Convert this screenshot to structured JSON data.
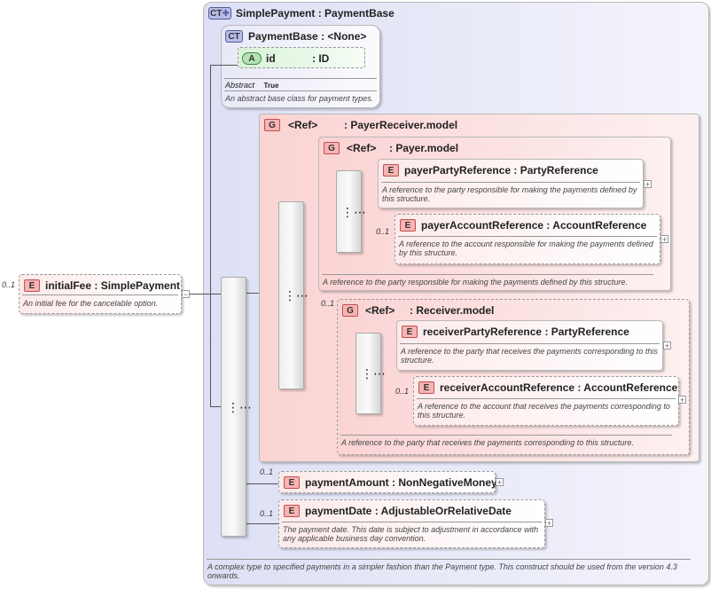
{
  "badges": {
    "element": "E",
    "group": "G",
    "complex_type": "CT",
    "attribute": "A"
  },
  "simple_payment": {
    "name": "SimplePayment",
    "base": ": PaymentBase",
    "description": "A complex type to specified payments in a simpler fashion than the Payment type. This construct should be used from the version 4.3 onwards."
  },
  "payment_base": {
    "name": "PaymentBase",
    "base": ": <None>",
    "attr_name": "id",
    "attr_type": ": ID",
    "abstract_label": "Abstract",
    "abstract_value": "True",
    "description": "An abstract base class for payment types."
  },
  "initial_fee": {
    "occurrence": "0..1",
    "name": "initialFee",
    "type": ": SimplePayment",
    "description": "An initial fee for the cancelable option."
  },
  "payer_receiver_model": {
    "ref": "<Ref>",
    "name": ": PayerReceiver.model"
  },
  "payer_model": {
    "ref": "<Ref>",
    "name": ": Payer.model",
    "description": "A reference to the party responsible for making the payments defined by this structure."
  },
  "payer_party_reference": {
    "name": "payerPartyReference",
    "type": ": PartyReference",
    "description": "A reference to the party responsible for making the payments defined by this structure."
  },
  "payer_account_reference": {
    "occurrence": "0..1",
    "name": "payerAccountReference",
    "type": ": AccountReference",
    "description": "A reference to the account responsible for making the payments defined by this structure."
  },
  "receiver_model": {
    "occurrence": "0..1",
    "ref": "<Ref>",
    "name": ": Receiver.model",
    "description": "A reference to the party that receives the payments corresponding to this structure."
  },
  "receiver_party_reference": {
    "name": "receiverPartyReference",
    "type": ": PartyReference",
    "description": "A reference to the party that receives the payments corresponding to this structure."
  },
  "receiver_account_reference": {
    "occurrence": "0..1",
    "name": "receiverAccountReference",
    "type": ": AccountReference",
    "description": "A reference to the account that receives the payments corresponding to this structure."
  },
  "payment_amount": {
    "occurrence": "0..1",
    "name": "paymentAmount",
    "type": ": NonNegativeMoney"
  },
  "payment_date": {
    "occurrence": "0..1",
    "name": "paymentDate",
    "type": ": AdjustableOrRelativeDate",
    "description": "The payment date. This date is subject to adjustment in accordance with any applicable business day convention."
  },
  "expand_symbol": "+",
  "collapse_symbol": "−"
}
